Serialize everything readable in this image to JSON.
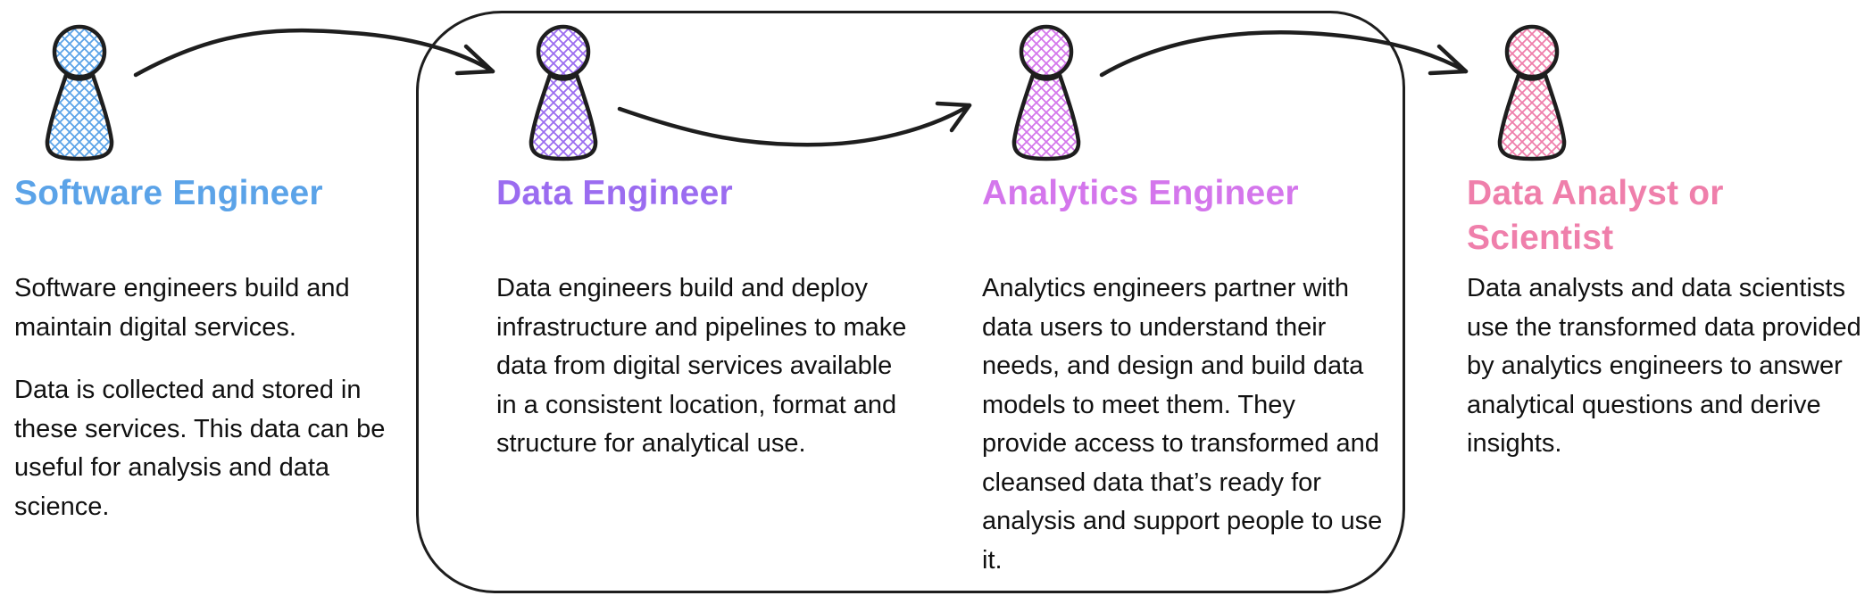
{
  "roles": [
    {
      "title": "Software Engineer",
      "color": "#5ba3e8",
      "description": [
        "Software engineers build and maintain digital services.",
        "Data is collected and stored in these services. This data can be useful for analysis and data science."
      ]
    },
    {
      "title": "Data Engineer",
      "color": "#9b6cf0",
      "description": [
        "Data engineers build and deploy infrastructure and pipelines to make data from digital services available in a consistent location, format and structure for analytical use."
      ]
    },
    {
      "title": "Analytics Engineer",
      "color": "#d476ec",
      "description": [
        "Analytics engineers partner with data users to understand their needs, and design and build data models to meet them. They provide access to transformed and cleansed data that’s ready for analysis and support people to use it."
      ]
    },
    {
      "title": "Data Analyst or Scientist",
      "color": "#ef7fab",
      "description": [
        "Data analysts and data scientists use the transformed data provided by analytics engineers to answer analytical questions and derive insights."
      ]
    }
  ],
  "icons": {
    "person": "person-icon",
    "arrow": "arrow-right-icon"
  }
}
